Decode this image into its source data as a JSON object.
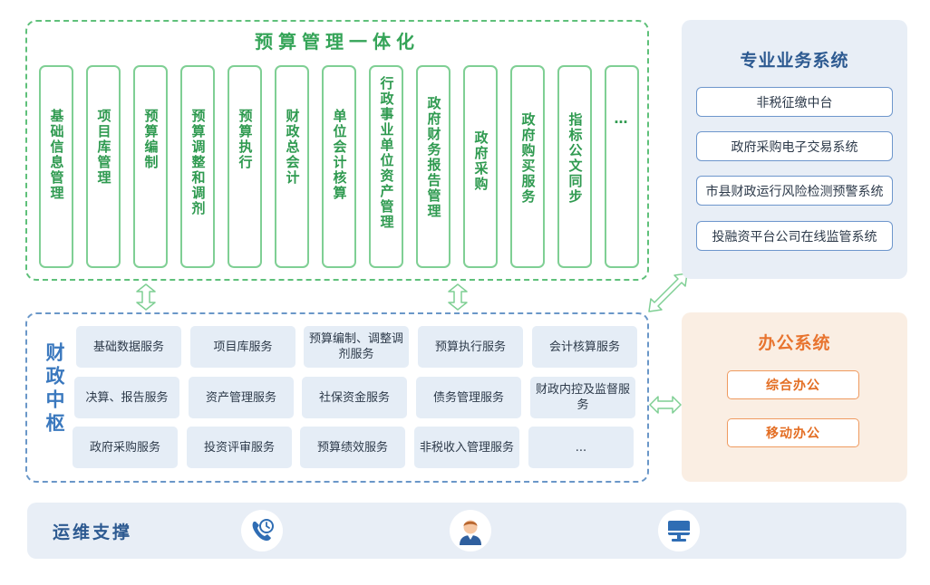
{
  "budget": {
    "title": "预算管理一体化",
    "modules": [
      "基础信息管理",
      "项目库管理",
      "预算编制",
      "预算调整和调剂",
      "预算执行",
      "财政总会计",
      "单位会计核算",
      "行政事业单位资产管理",
      "政府财务报告管理",
      "政府采购",
      "政府购买服务",
      "指标公文同步",
      "…"
    ]
  },
  "hub": {
    "label": "财政中枢",
    "services": [
      [
        "基础数据服务",
        "项目库服务",
        "预算编制、调整调剂服务",
        "预算执行服务",
        "会计核算服务"
      ],
      [
        "决算、报告服务",
        "资产管理服务",
        "社保资金服务",
        "债务管理服务",
        "财政内控及监督服务"
      ],
      [
        "政府采购服务",
        "投资评审服务",
        "预算绩效服务",
        "非税收入管理服务",
        "..."
      ]
    ]
  },
  "professional": {
    "title": "专业业务系统",
    "items": [
      "非税征缴中台",
      "政府采购电子交易系统",
      "市县财政运行风险检测预警系统",
      "投融资平台公司在线监管系统"
    ]
  },
  "office": {
    "title": "办公系统",
    "items": [
      "综合办公",
      "移动办公"
    ]
  },
  "ops": {
    "label": "运维支撑",
    "icons": [
      "phone-clock-icon",
      "support-agent-icon",
      "monitor-icon"
    ]
  },
  "colors": {
    "green": "#35a458",
    "blue": "#2d5a91",
    "orange": "#e8742f",
    "panel": "#e8eef6"
  }
}
